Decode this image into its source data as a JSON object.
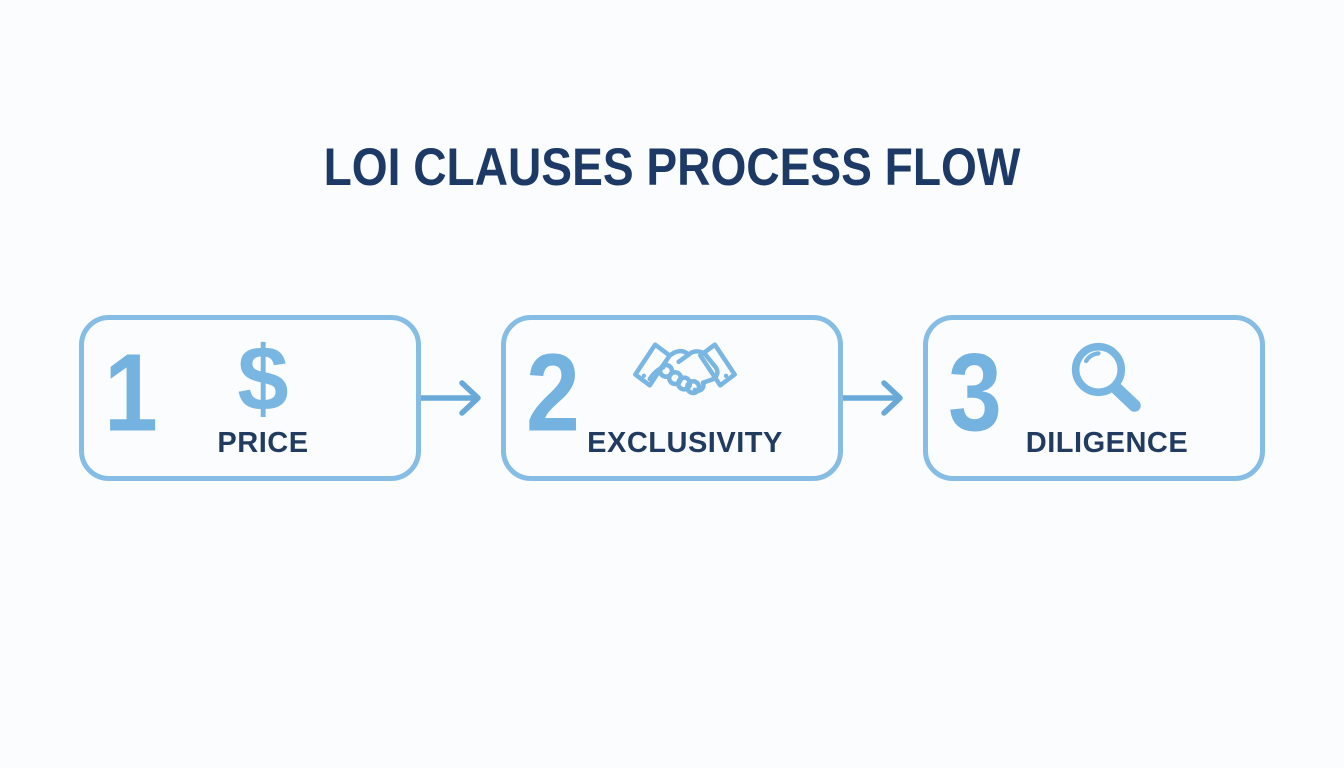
{
  "title": "LOI CLAUSES PROCESS FLOW",
  "colors": {
    "background": "#fbfcfd",
    "navy": "#1d3a66",
    "label_navy": "#213c60",
    "light_blue": "#74b2df",
    "border_blue": "#85bde4",
    "icon_blue": "#79b7e2",
    "arrow_blue": "#68a9d8"
  },
  "steps": [
    {
      "number": "1",
      "label": "PRICE",
      "icon": "dollar-icon",
      "icon_glyph": "$"
    },
    {
      "number": "2",
      "label": "EXCLUSIVITY",
      "icon": "handshake-icon"
    },
    {
      "number": "3",
      "label": "DILIGENCE",
      "icon": "magnifier-icon"
    }
  ],
  "arrows": {
    "direction": "right",
    "count": 2
  }
}
